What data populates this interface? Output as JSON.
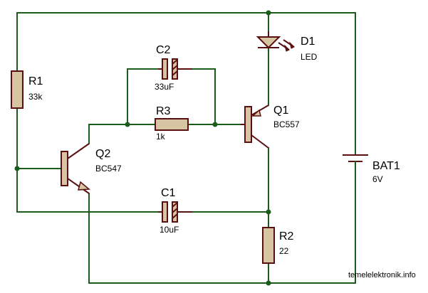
{
  "diagram": {
    "components": {
      "r1": {
        "ref": "R1",
        "value": "33k"
      },
      "c2": {
        "ref": "C2",
        "value": "33uF"
      },
      "r3": {
        "ref": "R3",
        "value": "1k"
      },
      "d1": {
        "ref": "D1",
        "value": "LED"
      },
      "q1": {
        "ref": "Q1",
        "value": "BC557"
      },
      "q2": {
        "ref": "Q2",
        "value": "BC547"
      },
      "c1": {
        "ref": "C1",
        "value": "10uF"
      },
      "r2": {
        "ref": "R2",
        "value": "22"
      },
      "bat1": {
        "ref": "BAT1",
        "value": "6V"
      }
    },
    "credit": "temelelektronik.info"
  },
  "colors": {
    "wire": "#1a5c1a",
    "component_fill": "#d6c4a3",
    "component_outline": "#5a1010",
    "background": "#ffffff"
  }
}
